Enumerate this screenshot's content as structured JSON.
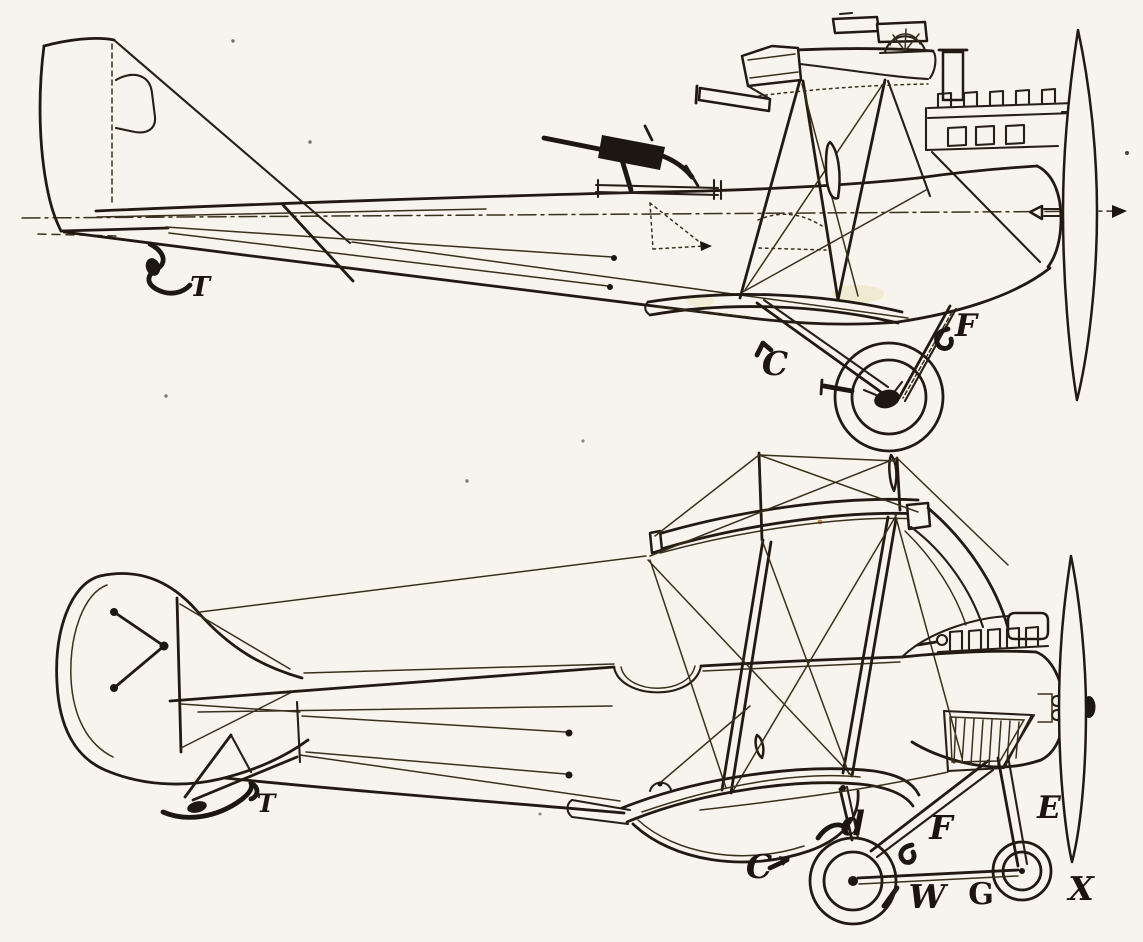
{
  "page": {
    "paper_color": "#f6f4ec",
    "ink_color": "#211a13",
    "content": "two ink line drawings of an early armed biplane, side elevation above and quarter view below"
  },
  "figure_top": {
    "part_labels": {
      "tail_skid": "T",
      "chassis_strut": "C",
      "front_strut": "F"
    }
  },
  "figure_bottom": {
    "part_labels": {
      "tail_skid": "T",
      "chassis_skid": "C",
      "inner_strut": "d",
      "front_strut": "F",
      "extension_strut": "E",
      "main_wheel": "W",
      "axle_tube": "G",
      "front_wheel": "X"
    }
  }
}
